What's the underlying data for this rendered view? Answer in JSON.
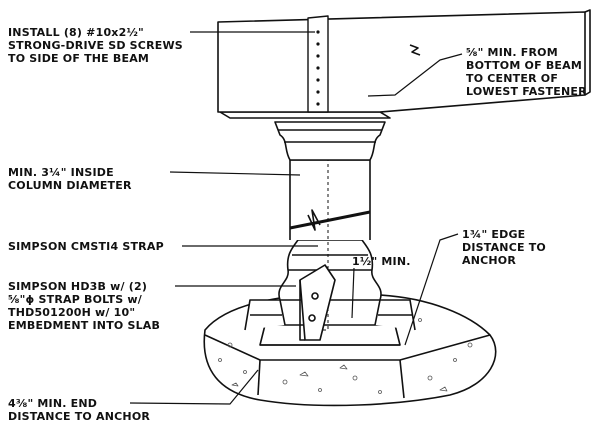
{
  "callouts": {
    "screws": [
      "INSTALL (8) #10x2½\"",
      "STRONG-DRIVE SD SCREWS",
      "TO SIDE OF THE BEAM"
    ],
    "beam_bottom": [
      "⅝\" MIN. FROM",
      "BOTTOM OF BEAM",
      "TO CENTER OF",
      "LOWEST FASTENER"
    ],
    "column_diameter": [
      "MIN. 3¼\" INSIDE",
      "COLUMN DIAMETER"
    ],
    "strap": "SIMPSON CMSTI4 STRAP",
    "hd3b": [
      "SIMPSON HD3B w/ (2)",
      "⅝\"ϕ STRAP BOLTS w/",
      "THD501200H w/ 10\"",
      "EMBEDMENT INTO SLAB"
    ],
    "half_min": "1½\" MIN.",
    "edge_distance": [
      "1¾\" EDGE",
      "DISTANCE TO",
      "ANCHOR"
    ],
    "end_distance": [
      "4⅜\" MIN. END",
      "DISTANCE TO ANCHOR"
    ]
  },
  "colors": {
    "ink": "#111111",
    "paper": "#ffffff",
    "hatch": "#555555"
  }
}
